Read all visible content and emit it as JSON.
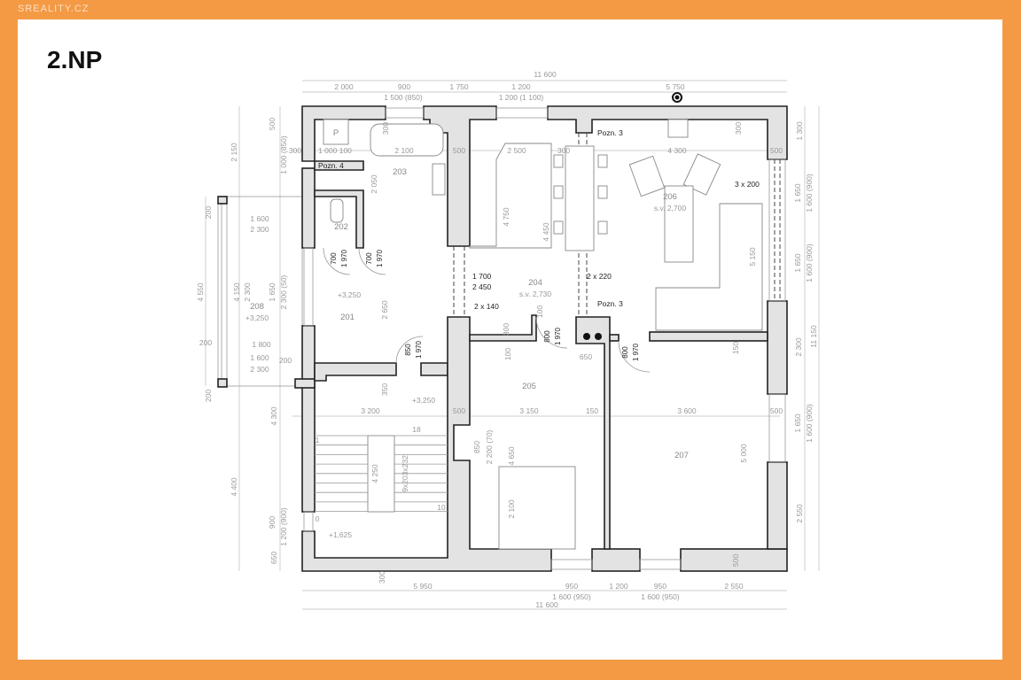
{
  "watermark": "SREALITY.CZ",
  "title": "2.NP",
  "colors": {
    "frame": "#f49a45",
    "wall_fill": "#e3e3e3",
    "wall_stroke": "#222222"
  },
  "rooms": {
    "r201": "201",
    "r202": "202",
    "r203": "203",
    "r204": "204",
    "r204_h": "s.v. 2,730",
    "r205": "205",
    "r206": "206",
    "r206_h": "s.v. 2,700",
    "r207": "207",
    "r208": "208",
    "l208": "+3,250",
    "l201": "+3,250",
    "lhall": "+3,250",
    "lstair": "+1,625",
    "wc": "P"
  },
  "notes": {
    "pozn3a": "Pozn. 3",
    "pozn3b": "Pozn. 3",
    "pozn4": "Pozn. 4",
    "d1700": "1 700",
    "d2450": "2 450",
    "x140": "2 x  140",
    "x220": "2 x  220",
    "x200": "3 x  200"
  },
  "doors": {
    "w": [
      "700",
      "700",
      "850",
      "800",
      "800"
    ],
    "h": "1 970"
  },
  "stairs": {
    "s18": "18",
    "s10": "10",
    "s1": "1",
    "s0": "0",
    "calc": "9x203x232"
  },
  "dims_top": [
    "11 600",
    "2 000",
    "900",
    "1 500 (850)",
    "1 750",
    "1 200",
    "1 200 (1 100)",
    "5 750"
  ],
  "dims_bottom": [
    "5 950",
    "950",
    "1 600 (950)",
    "1 200",
    "950",
    "1 600 (950)",
    "2 550",
    "11 600",
    "300"
  ],
  "dims_left": [
    "2 150",
    "4 550",
    "4 150",
    "2 300",
    "1 650",
    "2 300 (50)",
    "4 300",
    "4 400",
    "900",
    "1 200 (900)",
    "650",
    "200",
    "200",
    "200",
    "500",
    "1 000 (850)"
  ],
  "dims_right": [
    "1 300",
    "1 650",
    "1 600 (900)",
    "1 650",
    "1 600 (900)",
    "2 300",
    "11 150",
    "1 650",
    "1 600 (900)",
    "2 550"
  ],
  "dims_inner": [
    "300",
    "1 000  100",
    "2 100",
    "500",
    "2 500",
    "300",
    "4 300",
    "500",
    "300",
    "300",
    "1 600",
    "2 300",
    "1 800",
    "1 600",
    "2 300",
    "200",
    "3 200",
    "500",
    "3 150",
    "150",
    "3 600",
    "500",
    "4 750",
    "4 450",
    "5 150",
    "2 650",
    "2 050",
    "4 650",
    "2 100",
    "5 000",
    "4 250",
    "650",
    "350",
    "100",
    "100",
    "300",
    "850",
    "2 200 (70)",
    "500",
    "150"
  ]
}
